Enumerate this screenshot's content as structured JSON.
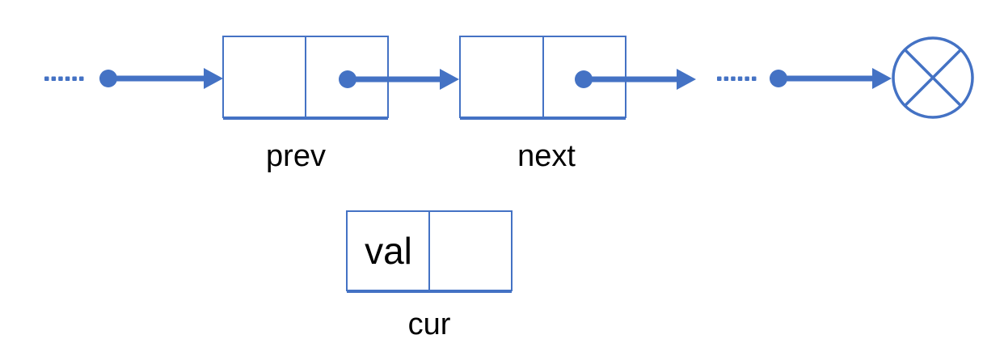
{
  "colors": {
    "accent_blue": "#4472C4",
    "label_text": "#000000",
    "background": "#FFFFFF"
  },
  "nodes": {
    "prev": {
      "label": "prev",
      "cells": {
        "left": "",
        "right": ""
      }
    },
    "next": {
      "label": "next",
      "cells": {
        "left": "",
        "right": ""
      }
    },
    "cur": {
      "label": "cur",
      "cells": {
        "left": "val",
        "right": ""
      }
    }
  },
  "icons": {
    "ellipsis_left": "dotted-continuation",
    "ellipsis_right": "dotted-continuation",
    "pointer_dot": "filled-circle",
    "pointer_arrow": "right-arrow",
    "null_terminator": "circled-cross"
  }
}
